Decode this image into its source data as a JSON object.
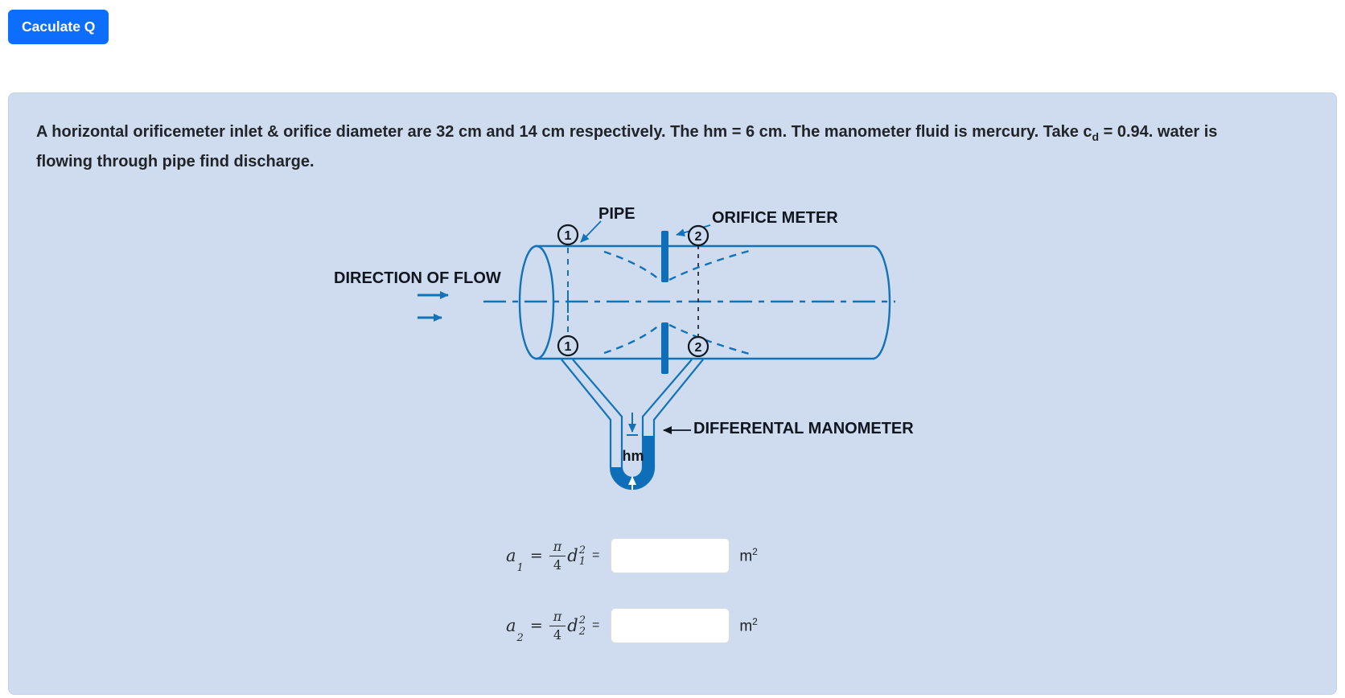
{
  "header": {
    "calculate_button_label": "Caculate Q"
  },
  "problem": {
    "text_before_sub": "A horizontal orificemeter inlet & orifice diameter are 32 cm and 14 cm respectively. The hm = 6 cm. The manometer fluid is mercury. Take c",
    "subscript": "d",
    "text_after_sub": " = 0.94. water is flowing through pipe find discharge."
  },
  "diagram": {
    "labels": {
      "pipe": "PIPE",
      "orifice_meter": "ORIFICE METER",
      "direction_of_flow": "DIRECTION OF FLOW",
      "differential_manometer": "DIFFERENTAL MANOMETER",
      "hm": "hm",
      "station_1": "1",
      "station_2": "2"
    },
    "colors": {
      "diagram_blue": "#1273b8",
      "mercury_blue": "#0e6fb8",
      "label_text": "#10161f",
      "panel_background": "#cfdcf0"
    }
  },
  "formulas": {
    "rows": [
      {
        "var": "a",
        "var_sub": "1",
        "equals": "=",
        "frac_num": "π",
        "frac_den": "4",
        "d_var": "d",
        "d_sup": "2",
        "d_sub": "1",
        "equals2": "=",
        "input_value": "",
        "unit": "m",
        "unit_sup": "2"
      },
      {
        "var": "a",
        "var_sub": "2",
        "equals": "=",
        "frac_num": "π",
        "frac_den": "4",
        "d_var": "d",
        "d_sup": "2",
        "d_sub": "2",
        "equals2": "=",
        "input_value": "",
        "unit": "m",
        "unit_sup": "2"
      }
    ]
  },
  "colors": {
    "button_blue": "#0d6efd",
    "panel_background": "#cfdcf0"
  }
}
